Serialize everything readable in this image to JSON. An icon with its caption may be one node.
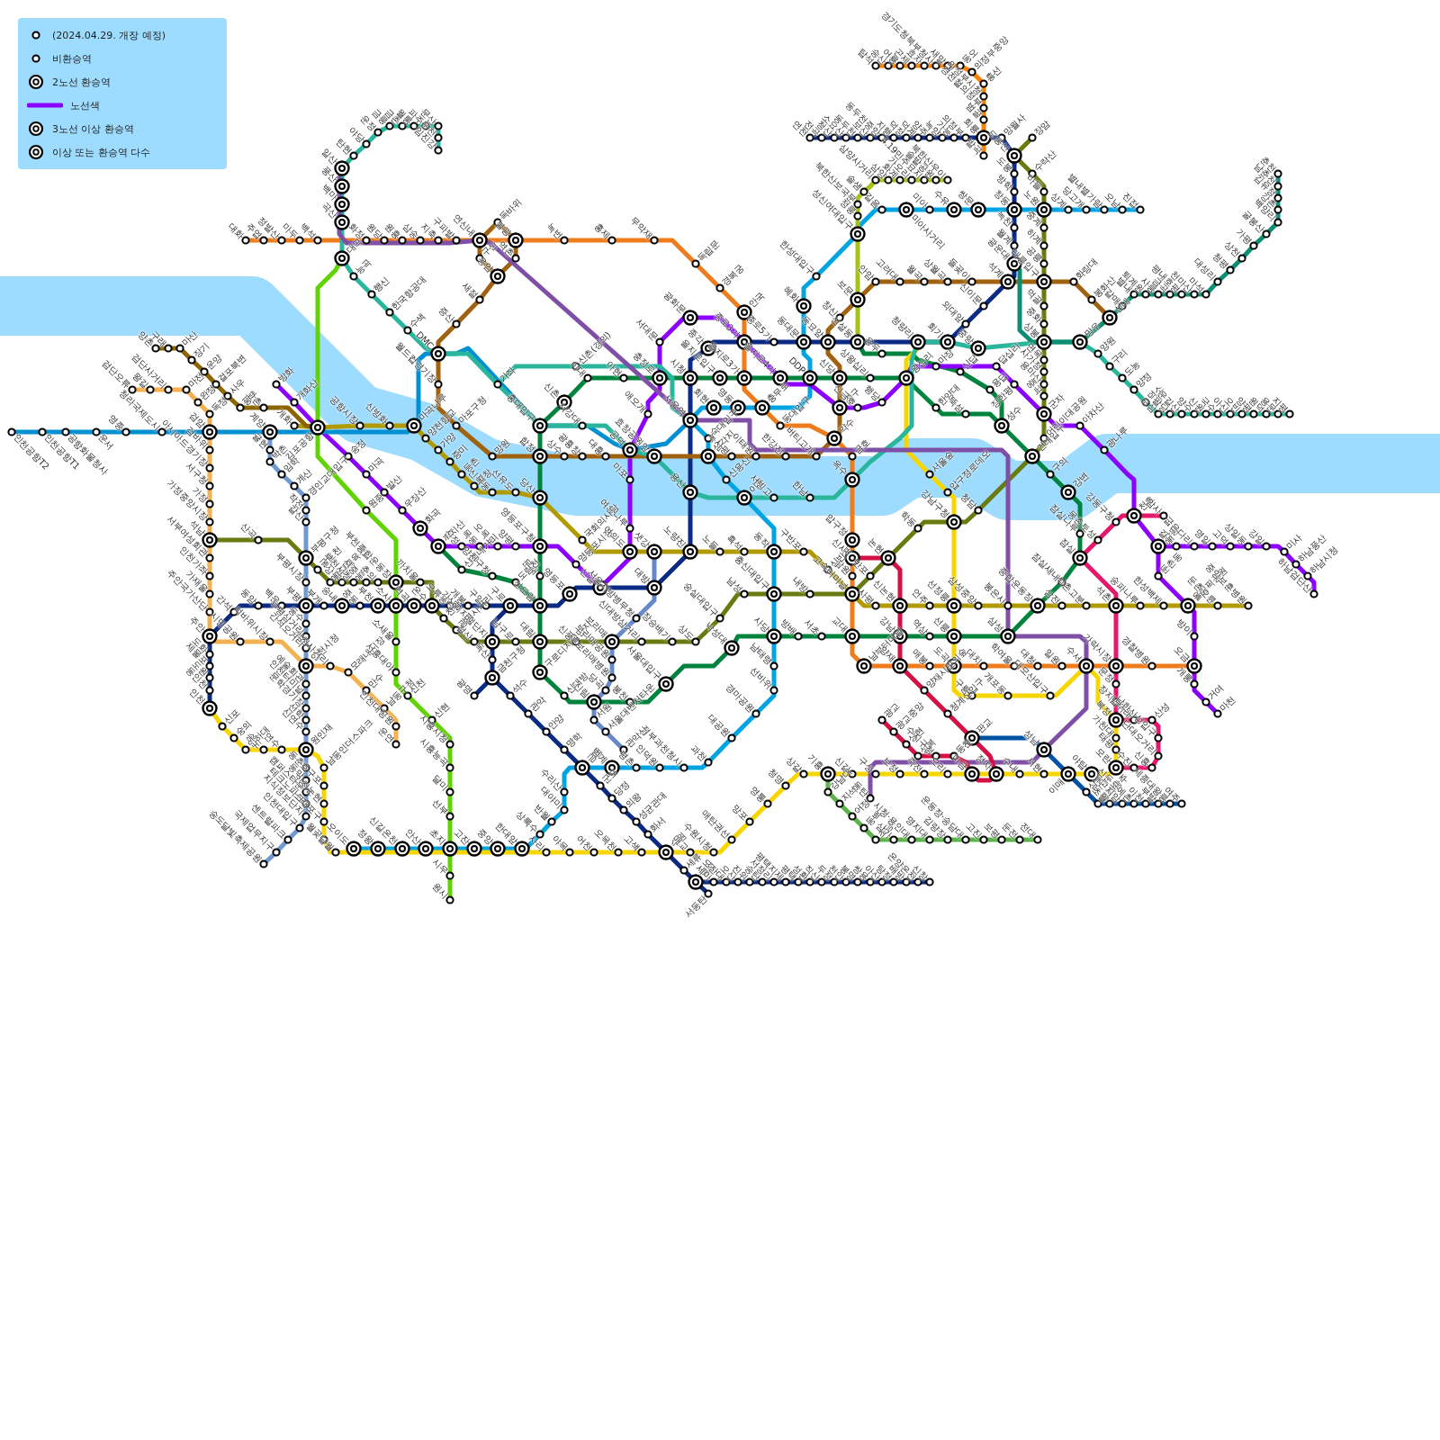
{
  "diagram": {
    "labels": [
      "인천",
      "동인천",
      "도원",
      "제물포",
      "도화",
      "주안",
      "간석",
      "동암",
      "백운",
      "부평",
      "부개",
      "송내",
      "중동",
      "부천",
      "소사",
      "역곡",
      "온수",
      "오류동",
      "개봉",
      "구일",
      "구로",
      "신도림",
      "영등포",
      "신길",
      "대방",
      "노량진",
      "용산",
      "서울역",
      "시청",
      "종각",
      "종로3가",
      "종로5가",
      "동대문",
      "동묘앞",
      "신설동",
      "청량리",
      "회기",
      "외대앞",
      "신이문",
      "석계",
      "광운대",
      "월계",
      "녹천",
      "창동",
      "방학",
      "도봉",
      "도봉산",
      "연천",
      "전곡",
      "청산",
      "소요산",
      "동두천",
      "보산",
      "동두천중앙",
      "지행",
      "덕정",
      "덕계",
      "양주",
      "녹양",
      "가능",
      "의정부",
      "회룡",
      "망월사",
      "가산디지털단지",
      "독산",
      "금천구청",
      "석수",
      "관악",
      "안양",
      "명학",
      "금정",
      "군포",
      "당정",
      "의왕",
      "성균관대",
      "화서",
      "수원",
      "세류",
      "병점",
      "서동탄",
      "광명",
      "세마",
      "오산대",
      "오산",
      "진위",
      "송탄",
      "서정리",
      "평택지제",
      "평택",
      "성환",
      "직산",
      "두정",
      "천안",
      "봉명",
      "쌍용",
      "아산",
      "탕정",
      "배방",
      "온양온천",
      "신창",
      "을지로입구",
      "을지로3가",
      "을지로4가",
      "DDP",
      "신당",
      "상왕십리",
      "왕십리",
      "한양대",
      "뚝섬",
      "성수",
      "건대입구",
      "구의",
      "강변",
      "잠실나루",
      "잠실",
      "잠실새내",
      "종합운동장",
      "대림",
      "구로디지털단지",
      "신대방",
      "신림",
      "봉천",
      "서울대입구",
      "낙성대",
      "사당",
      "방배",
      "서초",
      "교대",
      "강남",
      "역삼",
      "선릉",
      "삼성",
      "문래",
      "영등포구청",
      "당산",
      "합정",
      "홍대입구",
      "신촌",
      "이대",
      "아현",
      "충정로",
      "용두",
      "신답",
      "용답",
      "신정네거리",
      "양천구청",
      "도림천",
      "대화",
      "주엽",
      "정발산",
      "마두",
      "백석",
      "화정",
      "원당",
      "원흥",
      "삼송",
      "지축",
      "구파발",
      "연신내",
      "불광",
      "녹번",
      "홍제",
      "무악재",
      "독립문",
      "경복궁",
      "안국",
      "충무로",
      "동대입구",
      "약수",
      "금호",
      "옥수",
      "압구정",
      "신사",
      "잠원",
      "고속터미널",
      "남부터미널",
      "양재",
      "매봉",
      "도곡",
      "대치",
      "학여울",
      "대청",
      "일원",
      "수서",
      "가락시장",
      "경찰병원",
      "오금",
      "오이도",
      "정왕",
      "신길온천",
      "안산",
      "초지",
      "고잔",
      "중앙",
      "한대앞",
      "상록수",
      "반월",
      "대야미",
      "수리산",
      "범계",
      "평촌",
      "인덕원",
      "정부과천청사",
      "과천",
      "대공원",
      "경마공원",
      "선바위",
      "남태령",
      "총신대입구",
      "동작",
      "이촌",
      "신용산",
      "삼각지",
      "숙대입구",
      "회현",
      "명동",
      "혜화",
      "한성대입구",
      "성신여대입구",
      "길음",
      "미아사거리",
      "미아",
      "수유",
      "쌍문",
      "노원",
      "상계",
      "당고개",
      "별내별가람",
      "오남",
      "진접",
      "신포",
      "숭의",
      "인하대",
      "송도",
      "연수",
      "원인재",
      "남동인더스파크",
      "호구포",
      "인천논현",
      "소래포구",
      "월곶",
      "달월",
      "사리",
      "야목",
      "어천",
      "오목천",
      "고색",
      "매교",
      "수원시청",
      "매탄권선",
      "망포",
      "영통",
      "청명",
      "상갈",
      "기흥",
      "신갈",
      "구성",
      "보정",
      "죽전",
      "오리",
      "미금",
      "정자",
      "수내",
      "서현",
      "이매",
      "야탑",
      "모란",
      "태평",
      "가천대",
      "복정",
      "서울숲",
      "압구정로데오",
      "강남구청",
      "선정릉",
      "구룡",
      "개포동",
      "대모산입구",
      "방화",
      "개화산",
      "김포공항",
      "송정",
      "마곡",
      "발산",
      "우장산",
      "화곡",
      "까치산",
      "신정",
      "목동",
      "오목교",
      "양평",
      "영등포시장",
      "여의도",
      "여의나루",
      "마포",
      "공덕",
      "애오개",
      "서대문",
      "광화문",
      "청구",
      "신금호",
      "행당",
      "마장",
      "답십리",
      "장한평",
      "군자",
      "아차산",
      "광나루",
      "천호",
      "강동",
      "길동",
      "굽은다리",
      "명일",
      "고덕",
      "상일동",
      "강일",
      "미사",
      "하남풍산",
      "하남시청",
      "하남검단산",
      "둔촌동",
      "올림픽공원",
      "방이",
      "개롱",
      "거여",
      "마천",
      "응암",
      "역촌",
      "독바위",
      "구산",
      "새절",
      "증산",
      "DMC",
      "월드컵경기장",
      "마포구청",
      "망원",
      "상수",
      "광흥창",
      "대흥",
      "효창공원앞",
      "녹사평",
      "이태원",
      "한강진",
      "버티고개",
      "창신",
      "보문",
      "안암",
      "고려대",
      "월곡",
      "상월곡",
      "돌곶이",
      "태릉입구",
      "화랑대",
      "봉화산",
      "신내",
      "석남",
      "산곡",
      "부평구청",
      "굴포천",
      "삼산체육관",
      "상동",
      "부천시청",
      "신중동",
      "춘의",
      "부천종합운동장",
      "까치울",
      "천왕",
      "광명사거리",
      "철산",
      "남구로",
      "신풍",
      "보라매",
      "신대방삼거리",
      "장승배기",
      "상도",
      "숭실대입구",
      "남성",
      "내방",
      "반포",
      "논현",
      "학동",
      "청담",
      "어린이대공원",
      "중곡",
      "용마산",
      "사가정",
      "면목",
      "상봉",
      "중화",
      "먹골",
      "공릉",
      "하계",
      "중계",
      "마들",
      "수락산",
      "장암",
      "암사",
      "강동구청",
      "몽촌토성",
      "석촌",
      "문정",
      "장지",
      "남위례",
      "산성",
      "남한산성입구",
      "수진",
      "신흥",
      "단대오거리",
      "개화",
      "공항시장",
      "신방화",
      "마곡나루",
      "양천향교",
      "가양",
      "증미",
      "등촌",
      "염창",
      "신목동",
      "선유도",
      "국회의사당",
      "샛강",
      "노들",
      "흑석",
      "구반포",
      "신반포",
      "사평",
      "신논현",
      "언주",
      "삼성중앙",
      "봉은사",
      "삼전",
      "석촌고분",
      "송파나루",
      "한성백제",
      "둔촌오륜",
      "중앙보훈병원",
      "인천공항T2",
      "인천공항T1",
      "공항화물청사",
      "운서",
      "영종",
      "청라국제도시",
      "검암",
      "계양",
      "금릉",
      "금촌",
      "월롱",
      "파주",
      "문산",
      "운천",
      "임진강",
      "운정",
      "야당",
      "탄현",
      "일산",
      "풍산",
      "백마",
      "곡산",
      "대곡",
      "능곡",
      "행신",
      "한국항공대",
      "수색",
      "가좌",
      "서강대",
      "서빙고",
      "한남",
      "중랑",
      "망우",
      "양원",
      "구리",
      "도농",
      "양정",
      "덕소",
      "도심",
      "팔당",
      "운길산",
      "양수",
      "신원",
      "국수",
      "아신",
      "오빈",
      "양평",
      "원덕",
      "용문",
      "지평",
      "신촌(경의)",
      "갈매",
      "별내",
      "퇴계원",
      "사릉",
      "금곡",
      "평내호평",
      "천마산",
      "마석",
      "대성리",
      "청평",
      "상천",
      "가평",
      "굴봉산",
      "백양리",
      "강촌",
      "김유정",
      "남춘천",
      "춘천",
      "양촌",
      "구래",
      "마산",
      "장기",
      "운양",
      "걸포북변",
      "사우",
      "풍무",
      "고촌",
      "검단오류",
      "왕길",
      "검단사거리",
      "마전",
      "완정",
      "독정",
      "검바위",
      "아시아드경기장",
      "서구청",
      "가정",
      "가정중앙시장",
      "서부여성회관",
      "인천가좌",
      "가재울",
      "주안국가산단",
      "시민공원",
      "석바위시장",
      "인천시청",
      "석천사거리",
      "모래내시장",
      "만수",
      "남동구청",
      "인천대공원",
      "운연",
      "귤현",
      "박촌",
      "임학",
      "계산",
      "경인교대입구",
      "작전",
      "갈산",
      "부평시장",
      "동수",
      "부평삼거리",
      "간석오거리",
      "예술회관",
      "인천터미널",
      "문학경기장",
      "선학",
      "신연수",
      "동춘",
      "동막",
      "캠퍼스타운",
      "테크노파크",
      "지식정보단지",
      "인천대입구",
      "센트럴파크",
      "국제업무지구",
      "송도달빛축제공원",
      "정릉",
      "북한산보국문",
      "솔샘",
      "삼양사거리",
      "삼양",
      "화계",
      "가오리",
      "4.19민주묘지",
      "솔밭공원",
      "북한산우이",
      "탑석",
      "송산",
      "어룡",
      "곤제",
      "효자",
      "경기도청북부청사",
      "새말",
      "동오",
      "의정부중앙",
      "흥선",
      "의정부시청",
      "경전철의정부",
      "범골",
      "발곡",
      "원종",
      "소새울",
      "시흥대야",
      "신천",
      "신현",
      "시흥시청",
      "시흥능곡",
      "달미",
      "선부",
      "시우",
      "원시",
      "동탄",
      "성남",
      "광교",
      "광교중앙",
      "상현",
      "성복",
      "수지구청",
      "동천",
      "판교",
      "청계산입구",
      "양재시민의숲",
      "삼동",
      "경기광주",
      "초월",
      "곤지암",
      "신둔도예촌",
      "이천",
      "부발",
      "세종대왕릉",
      "여주",
      "강남대",
      "지석",
      "어정",
      "동백",
      "초당",
      "삼가",
      "시청·용인대",
      "명지대",
      "김량장",
      "운동장·송담대",
      "고진",
      "보평",
      "둔전",
      "전대",
      "서울지방병무청",
      "보라매공원",
      "보라매병원",
      "당곡",
      "서원",
      "서울대벤처타운",
      "관악산"
    ],
    "legend": [
      {
        "text": "(2024.04.29. 개장 예정)"
      },
      {
        "text": "비환승역"
      },
      {
        "text": "2노선 환승역"
      },
      {
        "text": "노선색"
      },
      {
        "text": "3노선 이상 환승역"
      },
      {
        "text": "이상 또는 환승역 다수"
      }
    ]
  }
}
